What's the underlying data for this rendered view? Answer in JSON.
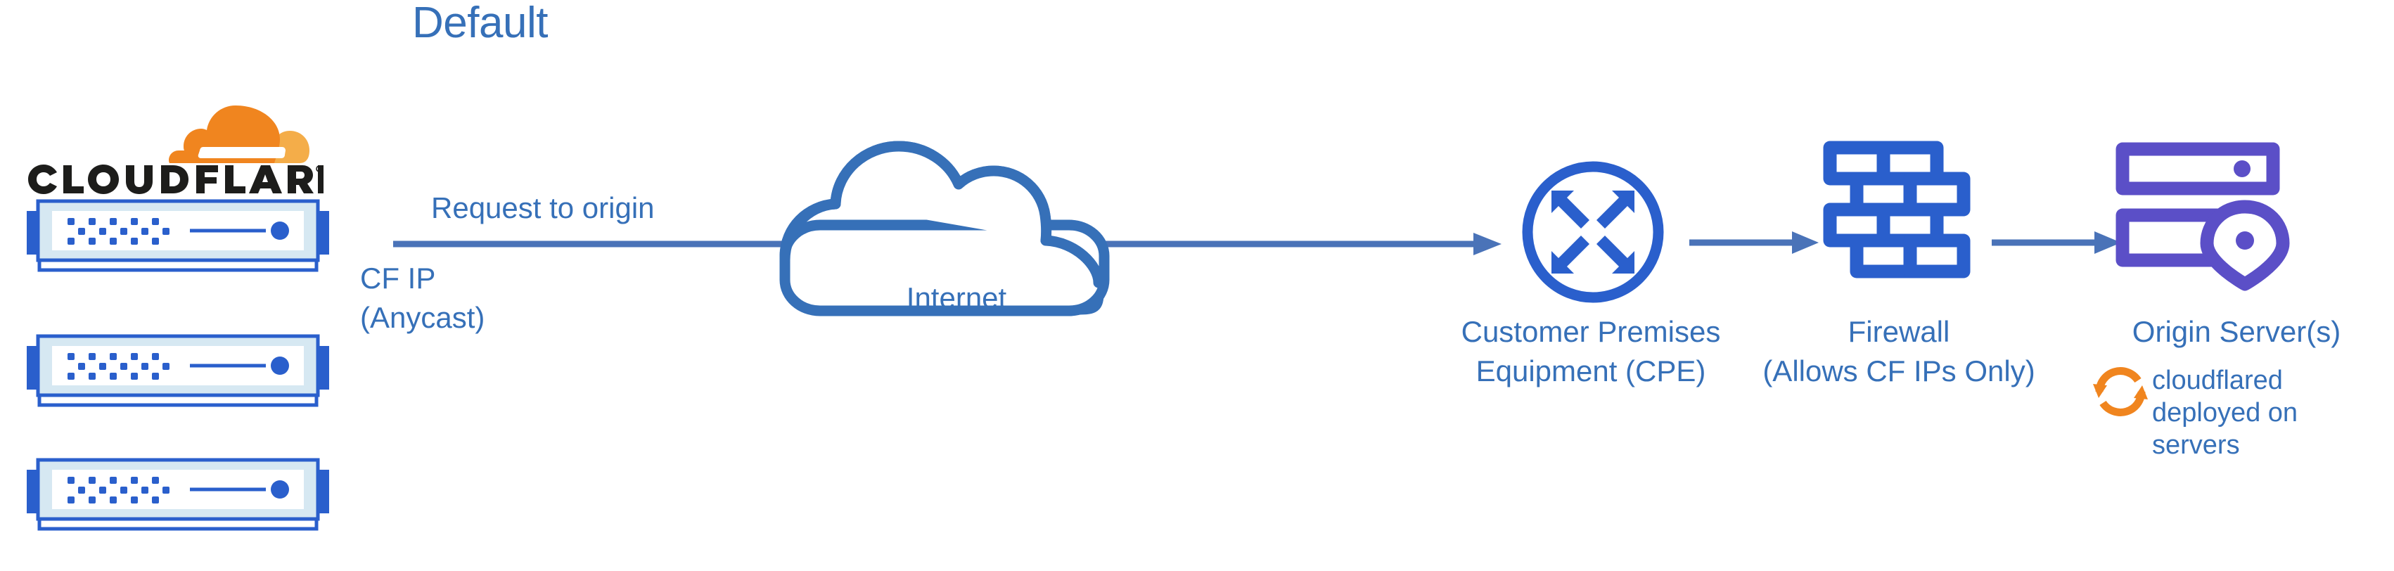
{
  "title": "Default",
  "colors": {
    "accent_blue": "#3670B8",
    "icon_blue": "#2A5FCC",
    "arrow_blue": "#4A73B8",
    "purple": "#5B4FC7",
    "orange": "#F0851F",
    "orange_light": "#F4AD49",
    "server_fill": "#D6E8F2",
    "wordmark_black": "#1D1D1B"
  },
  "brand": {
    "logo_icon": "cloudflare-cloud-logo-icon",
    "wordmark": "CLOUDFLARE",
    "registered_mark": "®"
  },
  "servers": {
    "count": 3,
    "icon": "rack-server-icon",
    "items": [
      {
        "name": "cloudflare-edge-server-1"
      },
      {
        "name": "cloudflare-edge-server-2"
      },
      {
        "name": "cloudflare-edge-server-3"
      }
    ]
  },
  "flow": {
    "request_label": "Request to origin",
    "cf_ip_label": "CF IP\n(Anycast)",
    "arrows": [
      {
        "name": "arrow-cf-to-cpe",
        "from": "cloudflare-servers",
        "to": "cpe"
      },
      {
        "name": "arrow-cpe-to-firewall",
        "from": "cpe",
        "to": "firewall"
      },
      {
        "name": "arrow-firewall-to-origin",
        "from": "firewall",
        "to": "origin-server"
      }
    ]
  },
  "nodes": [
    {
      "id": "internet",
      "icon": "cloud-outline-icon",
      "label": "Internet",
      "color": "#3670B8"
    },
    {
      "id": "cpe",
      "icon": "four-arrows-converging-circle-icon",
      "label": "Customer Premises\nEquipment (CPE)",
      "color": "#2A5FCC"
    },
    {
      "id": "firewall",
      "icon": "brick-wall-icon",
      "label": "Firewall\n(Allows CF IPs Only)",
      "color": "#2A5FCC"
    },
    {
      "id": "origin-server",
      "icon": "server-rack-with-location-pin-icon",
      "label": "Origin Server(s)",
      "color": "#5B4FC7"
    }
  ],
  "annotation": {
    "icon": "circular-sync-arrows-icon",
    "text": "cloudflared\ndeployed on\nservers",
    "icon_color": "#F0851F",
    "text_color": "#3670B8"
  }
}
